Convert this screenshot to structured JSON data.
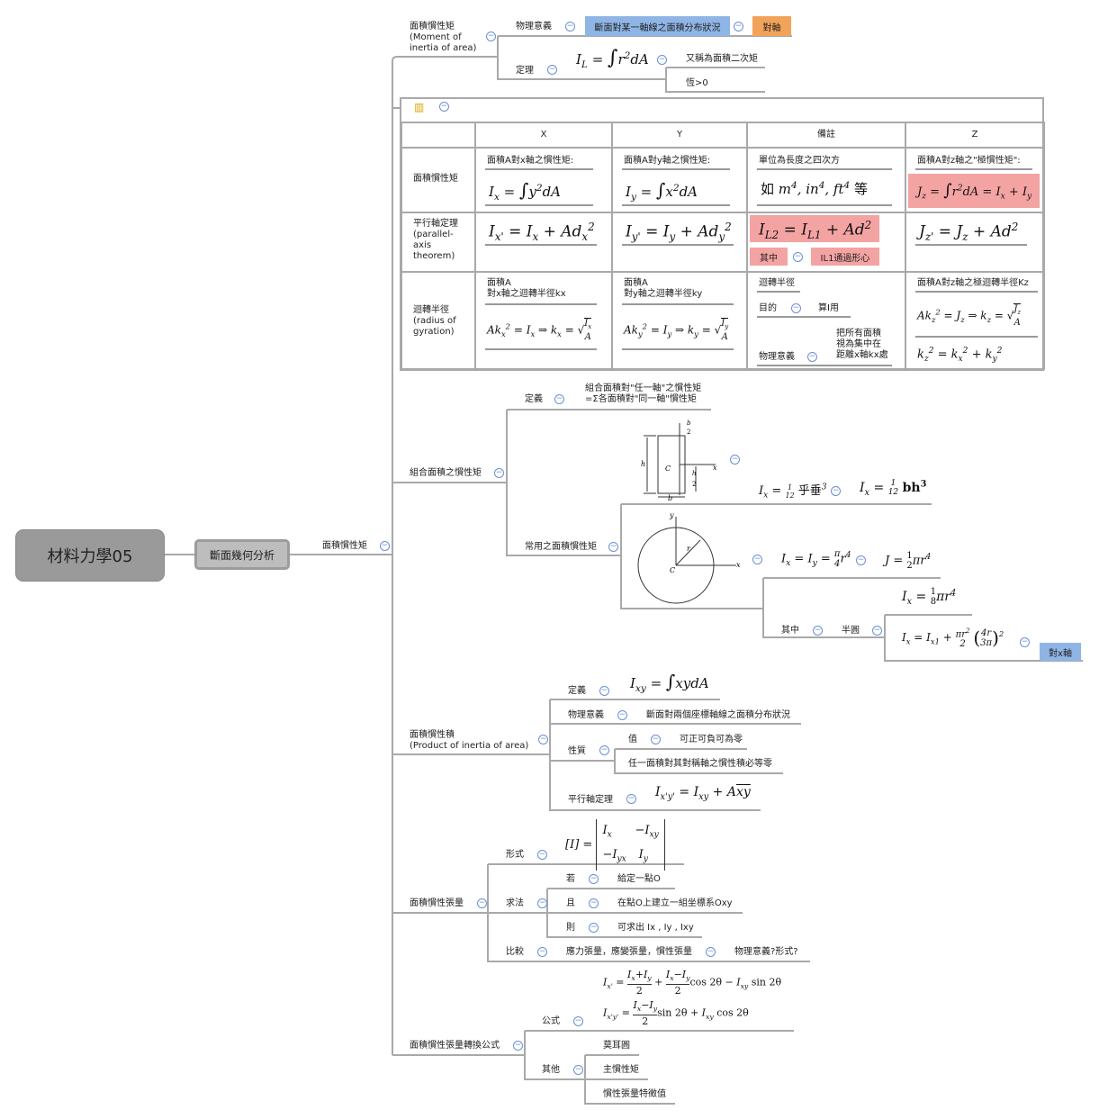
{
  "root": {
    "label": "材料力學05"
  },
  "level1": {
    "label": "斷面幾何分析"
  },
  "level2": {
    "label": "面積慣性矩"
  },
  "moment": {
    "label": "面積慣性矩\n(Moment of\ninertia of area)",
    "physical": {
      "label": "物理意義",
      "value": "斷面對某一軸線之面積分布狀況",
      "tag": "對軸"
    },
    "theorem": {
      "label": "定理",
      "formula": "I_L = ∫ r² dA",
      "note1": "又稱為面積二次矩",
      "note2": "恆>0"
    }
  },
  "table": {
    "headers": [
      "",
      "X",
      "Y",
      "備註",
      "Z"
    ],
    "rows": [
      {
        "label": "面積慣性矩",
        "x_caption": "面積A對x軸之慣性矩:",
        "x_formula": "I_x = ∫ y² dA",
        "y_caption": "面積A對y軸之慣性矩:",
        "y_formula": "I_y = ∫ x² dA",
        "note_caption": "單位為長度之四次方",
        "note_formula": "如 m⁴, in⁴, ft⁴ 等",
        "z_caption": "面積A對z軸之\"極慣性矩\":",
        "z_formula": "J_z = ∫ r² dA = I_x + I_y"
      },
      {
        "label": "平行軸定理\n(parallel-\naxis\ntheorem)",
        "x_formula": "I_x' = I_x + A d_x²",
        "y_formula": "I_y' = I_y + A d_y²",
        "note_formula": "I_L2 = I_L1 + A d²",
        "note_sub_label": "其中",
        "note_sub_value": "IL1通過形心",
        "z_formula": "J_z' = J_z + A d²"
      },
      {
        "label": "迴轉半徑\n(radius of\ngyration)",
        "x_caption": "面積A\n對x軸之迴轉半徑kx",
        "x_formula": "A k_x² = I_x ⇒ k_x = √(I_x / A)",
        "y_caption": "面積A\n對y軸之迴轉半徑ky",
        "y_formula": "A k_y² = I_y ⇒ k_y = √(I_y / A)",
        "note_caption": "迴轉半徑",
        "note_purpose_label": "目的",
        "note_purpose_value": "算I用",
        "note_meaning_label": "物理意義",
        "note_meaning_value": "把所有面積\n視為集中在\n距離x軸kx處",
        "z_caption": "面積A對z軸之極迴轉半徑Kz",
        "z_formula": "A k_z² = J_z ⇒ k_z = √(J_z / A)",
        "z_formula2": "k_z² = k_x² + k_y²"
      }
    ]
  },
  "composite": {
    "label": "組合面積之慣性矩",
    "definition": {
      "label": "定義",
      "value": "組合面積對\"任一軸\"之慣性矩\n=Σ各面積對\"同一軸\"慣性矩"
    },
    "common": {
      "label": "常用之面積慣性矩",
      "rect_formula1": "I_x = (1/12) 乎垂³",
      "rect_formula2": "I_x = (1/12) bh³",
      "circle_formula1": "I_x = I_y = (π/4) r⁴",
      "circle_formula2": "J = (1/2) π r⁴",
      "semi_formula1": "I_x = (1/8) π r⁴",
      "semi_label": "其中",
      "semi_value": "半圓",
      "semi_formula2": "I_x = I_x1 + (π r² / 2)(4r / 3π)²",
      "semi_tag": "對x軸"
    }
  },
  "product": {
    "label": "面積慣性積\n(Product of inertia of area)",
    "definition": {
      "label": "定義",
      "formula": "I_xy = ∫ xy dA"
    },
    "physical": {
      "label": "物理意義",
      "value": "斷面對兩個座標軸線之面積分布狀況"
    },
    "property": {
      "label": "性質",
      "value_label": "值",
      "value": "可正可負可為零",
      "symmetric": "任一面積對其對稱軸之慣性積必等零"
    },
    "parallel": {
      "label": "平行軸定理",
      "formula": "I_x'y' = I_xy + A x̄ ȳ"
    }
  },
  "tensor": {
    "label": "面積慣性張量",
    "form": {
      "label": "形式",
      "formula": "[I] = [ I_x  −I_xy ; −I_yx  I_y ]"
    },
    "method": {
      "label": "求法",
      "if_label": "若",
      "if_value": "給定一點O",
      "and_label": "且",
      "and_value": "在點O上建立一組坐標系Oxy",
      "then_label": "則",
      "then_value": "可求出 Ix , Iy , Ixy"
    },
    "compare": {
      "label": "比較",
      "value": "應力張量，應變張量，慣性張量",
      "question": "物理意義?形式?"
    }
  },
  "transform": {
    "label": "面積慣性張量轉換公式",
    "formula": {
      "label": "公式",
      "f1": "I_x' = (I_x+I_y)/2 + (I_x−I_y)/2 cos2θ − I_xy sin2θ",
      "f2": "I_x'y' = (I_x−I_y)/2 sin2θ + I_xy cos2θ"
    },
    "other": {
      "label": "其他",
      "items": [
        "莫耳圓",
        "主慣性矩",
        "慣性張量特徵值"
      ]
    }
  },
  "colors": {
    "blue": "#8fb5e6",
    "orange": "#f2a35a",
    "pink": "#f4a3a3",
    "line": "#a9a9a9"
  }
}
